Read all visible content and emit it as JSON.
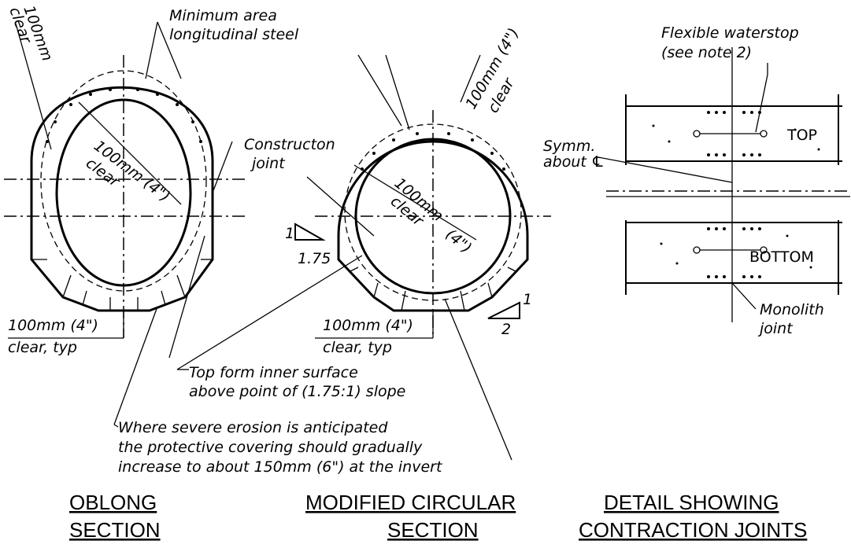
{
  "oblong": {
    "clear_top_1": "100mm",
    "clear_top_2": "clear",
    "inner_clear_1": "100mm (4\")",
    "inner_clear_2": "clear",
    "min_area_1": "Minimum area",
    "min_area_2": "longitudinal steel",
    "joint_1": "Constructon",
    "joint_2": "joint",
    "bottom_clear_1": "100mm (4\")",
    "bottom_clear_2": "clear, typ",
    "title_1": "OBLONG",
    "title_2": "SECTION"
  },
  "circular": {
    "clear_top_1": "100mm (4\")",
    "clear_top_2": "clear",
    "inner_clear_1": "100mm",
    "inner_clear_2": "clear",
    "inner_clear_3": "(4\")",
    "slope_1": "1",
    "slope_175": "1.75",
    "slope_2_1": "1",
    "slope_2": "2",
    "bottom_clear_1": "100mm (4\")",
    "bottom_clear_2": "clear, typ",
    "title_1": "MODIFIED CIRCULAR",
    "title_2": "SECTION"
  },
  "shared_notes": {
    "top_form_1": "Top form inner surface",
    "top_form_2": "above point of (1.75:1) slope",
    "erosion_1": "Where severe erosion is anticipated",
    "erosion_2": "the protective covering should gradually",
    "erosion_3": "increase to about 150mm (6\") at the invert"
  },
  "detail": {
    "waterstop_1": "Flexible waterstop",
    "waterstop_2": "(see note 2)",
    "symm_1": "Symm.",
    "symm_2": "about ℄",
    "top_label": "TOP",
    "bottom_label": "BOTTOM",
    "monolith_1": "Monolith",
    "monolith_2": "joint",
    "title_1": "DETAIL SHOWING",
    "title_2": "CONTRACTION JOINTS"
  }
}
